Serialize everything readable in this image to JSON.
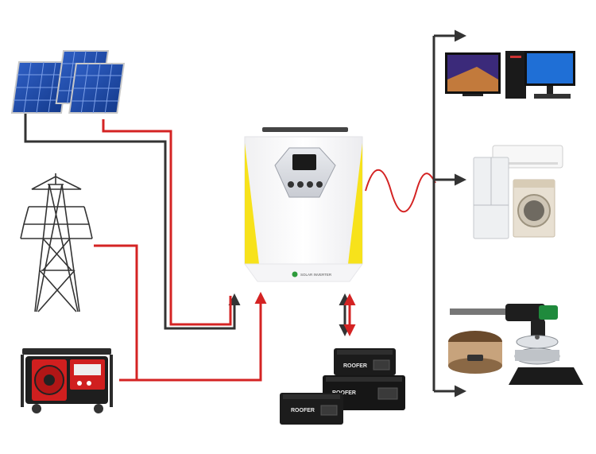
{
  "inverter": {
    "brand": "SOLAR INVERTER",
    "panel_buttons": 4
  },
  "batteries": {
    "brand": "ROOFER",
    "count": 3
  },
  "colors": {
    "pv_line": "#333333",
    "grid_line": "#d42323",
    "generator_line": "#d42323",
    "output_bus": "#333333",
    "ac_wave": "#d42323",
    "inverter_accent": "#f7e21b",
    "solar_panel": "#1d47a8"
  },
  "sources": [
    "solar-panels",
    "power-grid-tower",
    "generator"
  ],
  "loads": [
    "tv-and-computer",
    "fridge-aircon-washer",
    "tools-and-cooker"
  ]
}
